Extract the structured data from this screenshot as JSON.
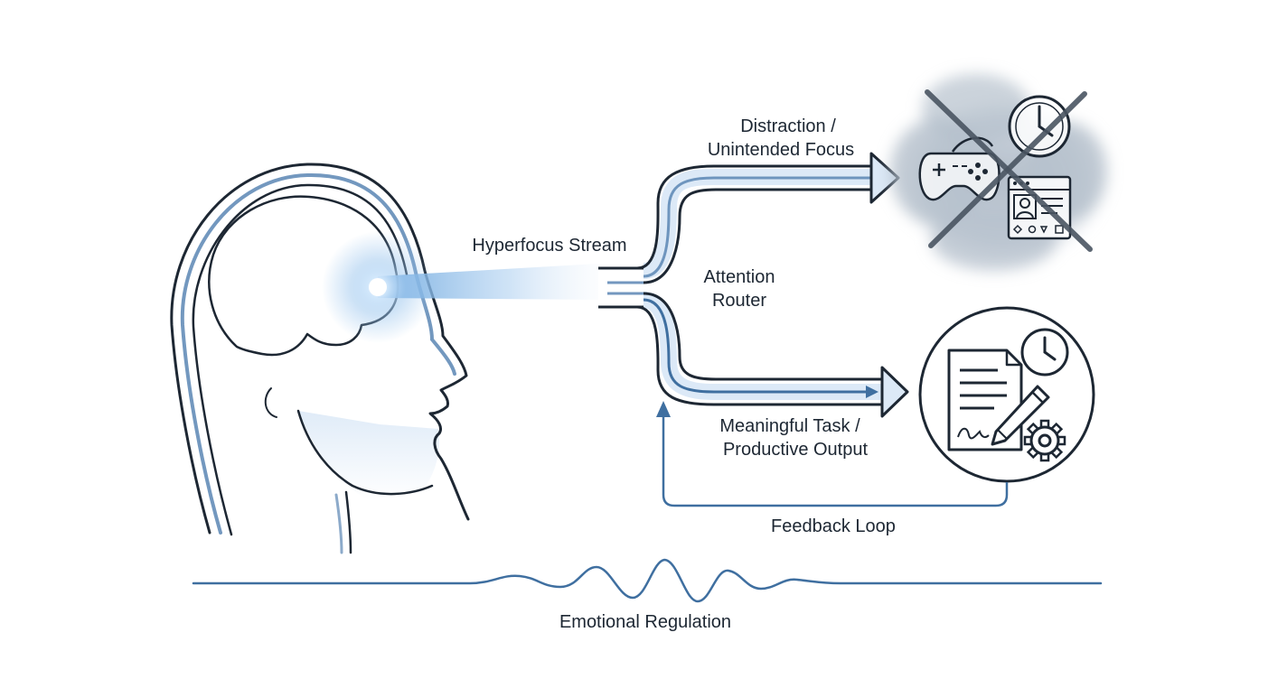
{
  "labels": {
    "hyperfocus_stream": "Hyperfocus Stream",
    "distraction_line1": "Distraction /",
    "distraction_line2": "Unintended Focus",
    "router_line1": "Attention",
    "router_line2": "Router",
    "task_line1": "Meaningful Task /",
    "task_line2": "Productive Output",
    "feedback_loop": "Feedback Loop",
    "emotional_regulation": "Emotional Regulation"
  },
  "icons": {
    "head": "head-profile-icon",
    "focus_point": "glowing-focus-point-icon",
    "gamepad": "gamepad-icon",
    "clock": "clock-icon",
    "webpage": "webpage-icon",
    "crossed_out": "cross-out-icon",
    "document": "document-icon",
    "pen": "pen-icon",
    "gear": "gear-icon"
  },
  "colors": {
    "outline": "#1d2733",
    "accent_blue": "#3f6fa0",
    "light_blue": "#dce9f7",
    "cloud_grey": "#b9c3cf",
    "beam": "#a9cdf0"
  }
}
